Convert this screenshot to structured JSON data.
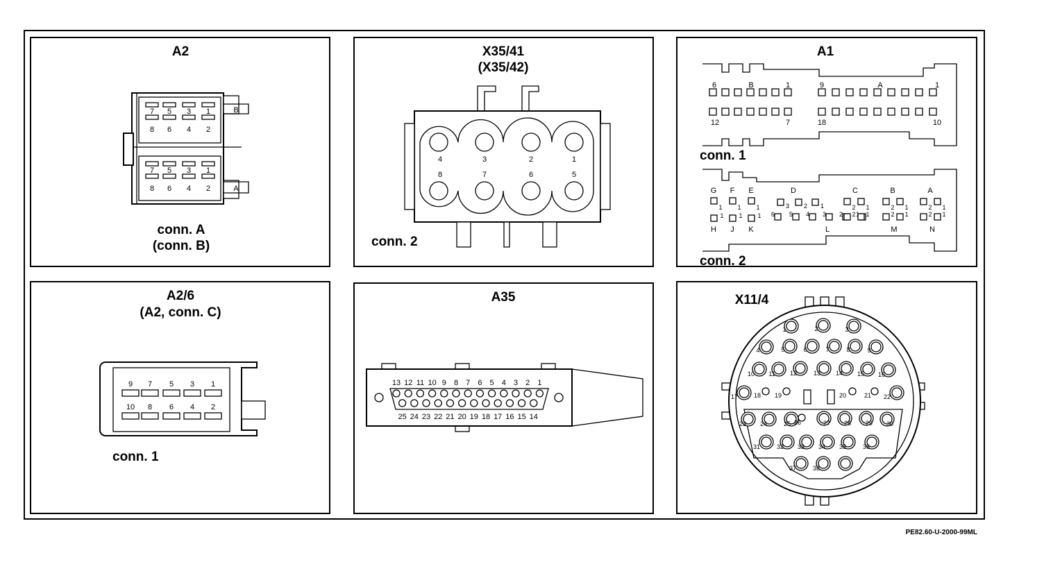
{
  "footer_code": "PE82.60-U-2000-99ML",
  "panels": {
    "a2": {
      "title": "A2",
      "label_1": "conn. A",
      "label_2": "(conn. B)",
      "side_b": "B",
      "side_a": "A",
      "top_row_pins": [
        "7",
        "5",
        "3",
        "1"
      ],
      "bottom_row_pins": [
        "8",
        "6",
        "4",
        "2"
      ]
    },
    "x35": {
      "title_1": "X35/41",
      "title_2": "(X35/42)",
      "label": "conn. 2",
      "top_pins": [
        "4",
        "3",
        "2",
        "1"
      ],
      "bottom_pins": [
        "8",
        "7",
        "6",
        "5"
      ]
    },
    "a1": {
      "title": "A1",
      "conn1_label": "conn. 1",
      "conn2_label": "conn. 2",
      "conn1_top_left": [
        "6",
        "B",
        "1"
      ],
      "conn1_top_right": [
        "9",
        "A",
        "1"
      ],
      "conn1_bottom_left": [
        "12",
        "7"
      ],
      "conn1_bottom_right": [
        "18",
        "10"
      ],
      "conn2_top_letters": [
        "G",
        "F",
        "E",
        "D",
        "C",
        "B",
        "A"
      ],
      "conn2_bottom_letters": [
        "H",
        "J",
        "K",
        "L",
        "M",
        "N"
      ],
      "conn2_digits": [
        "1",
        "2",
        "3",
        "4",
        "5",
        "6"
      ]
    },
    "a26": {
      "title_1": "A2/6",
      "title_2": "(A2, conn. C)",
      "label": "conn. 1",
      "top_pins": [
        "9",
        "7",
        "5",
        "3",
        "1"
      ],
      "bottom_pins": [
        "10",
        "8",
        "6",
        "4",
        "2"
      ]
    },
    "a35": {
      "title": "A35",
      "top_pins": [
        "13",
        "12",
        "11",
        "10",
        "9",
        "8",
        "7",
        "6",
        "5",
        "4",
        "3",
        "2",
        "1"
      ],
      "bottom_pins": [
        "25",
        "24",
        "23",
        "22",
        "21",
        "20",
        "19",
        "18",
        "17",
        "16",
        "15",
        "14"
      ]
    },
    "x114": {
      "title": "X11/4",
      "pins": [
        "1",
        "2",
        "3",
        "4",
        "5",
        "6",
        "7",
        "8",
        "9",
        "10",
        "11",
        "12",
        "13",
        "14",
        "15",
        "16",
        "17",
        "18",
        "19",
        "20",
        "21",
        "22",
        "23",
        "24",
        "25",
        "26",
        "27",
        "28",
        "29",
        "30",
        "31",
        "32",
        "33",
        "34",
        "35",
        "36",
        "37",
        "38"
      ]
    }
  }
}
